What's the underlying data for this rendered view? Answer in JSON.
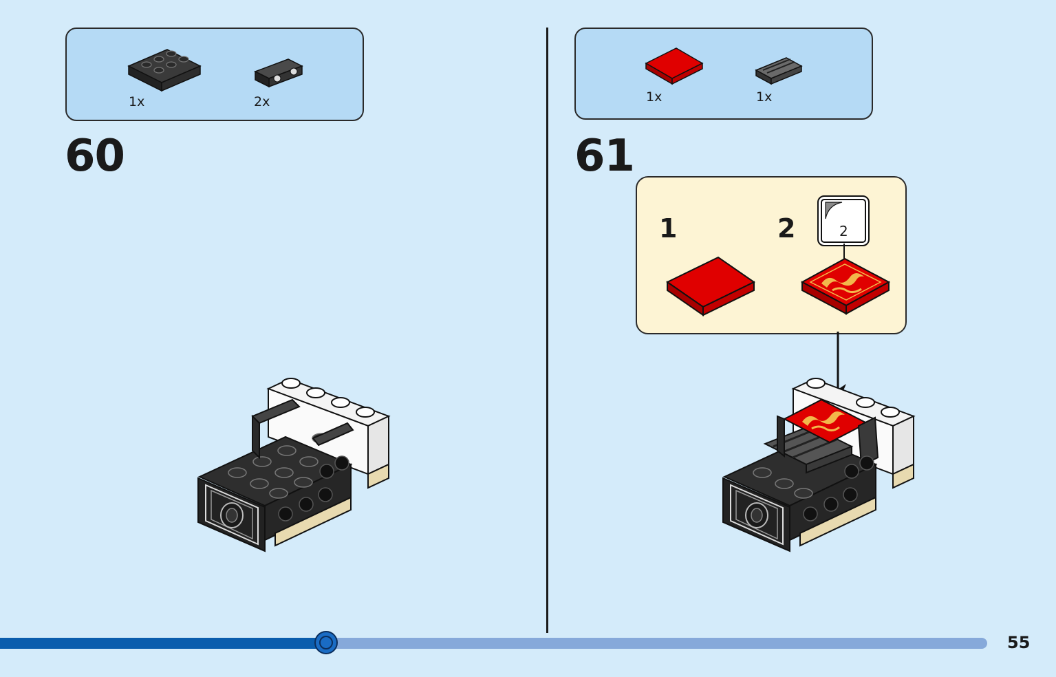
{
  "step_60": {
    "number": "60",
    "parts": [
      {
        "name": "black-plate-2x3",
        "qty": "1x",
        "color": "#2b2b2b"
      },
      {
        "name": "dark-gray-bracket",
        "qty": "2x",
        "color": "#3a3a3a"
      }
    ]
  },
  "step_61": {
    "number": "61",
    "parts": [
      {
        "name": "red-tile-2x2",
        "qty": "1x",
        "color": "#d40000"
      },
      {
        "name": "dark-gray-grille-tile",
        "qty": "1x",
        "color": "#5a5a5a"
      }
    ],
    "callout": {
      "sub_steps": [
        "1",
        "2"
      ],
      "sticker_number": "2",
      "tile_color": "#d40000",
      "dragon_color": "#f2b84b"
    }
  },
  "progress": {
    "value": 0.33
  },
  "page_number": "55",
  "colors": {
    "background": "#d4ebfa",
    "parts_box": "#b5daf5",
    "callout": "#fdf4d4",
    "progress_fill": "#0a5dad",
    "progress_track": "#86a9da"
  }
}
